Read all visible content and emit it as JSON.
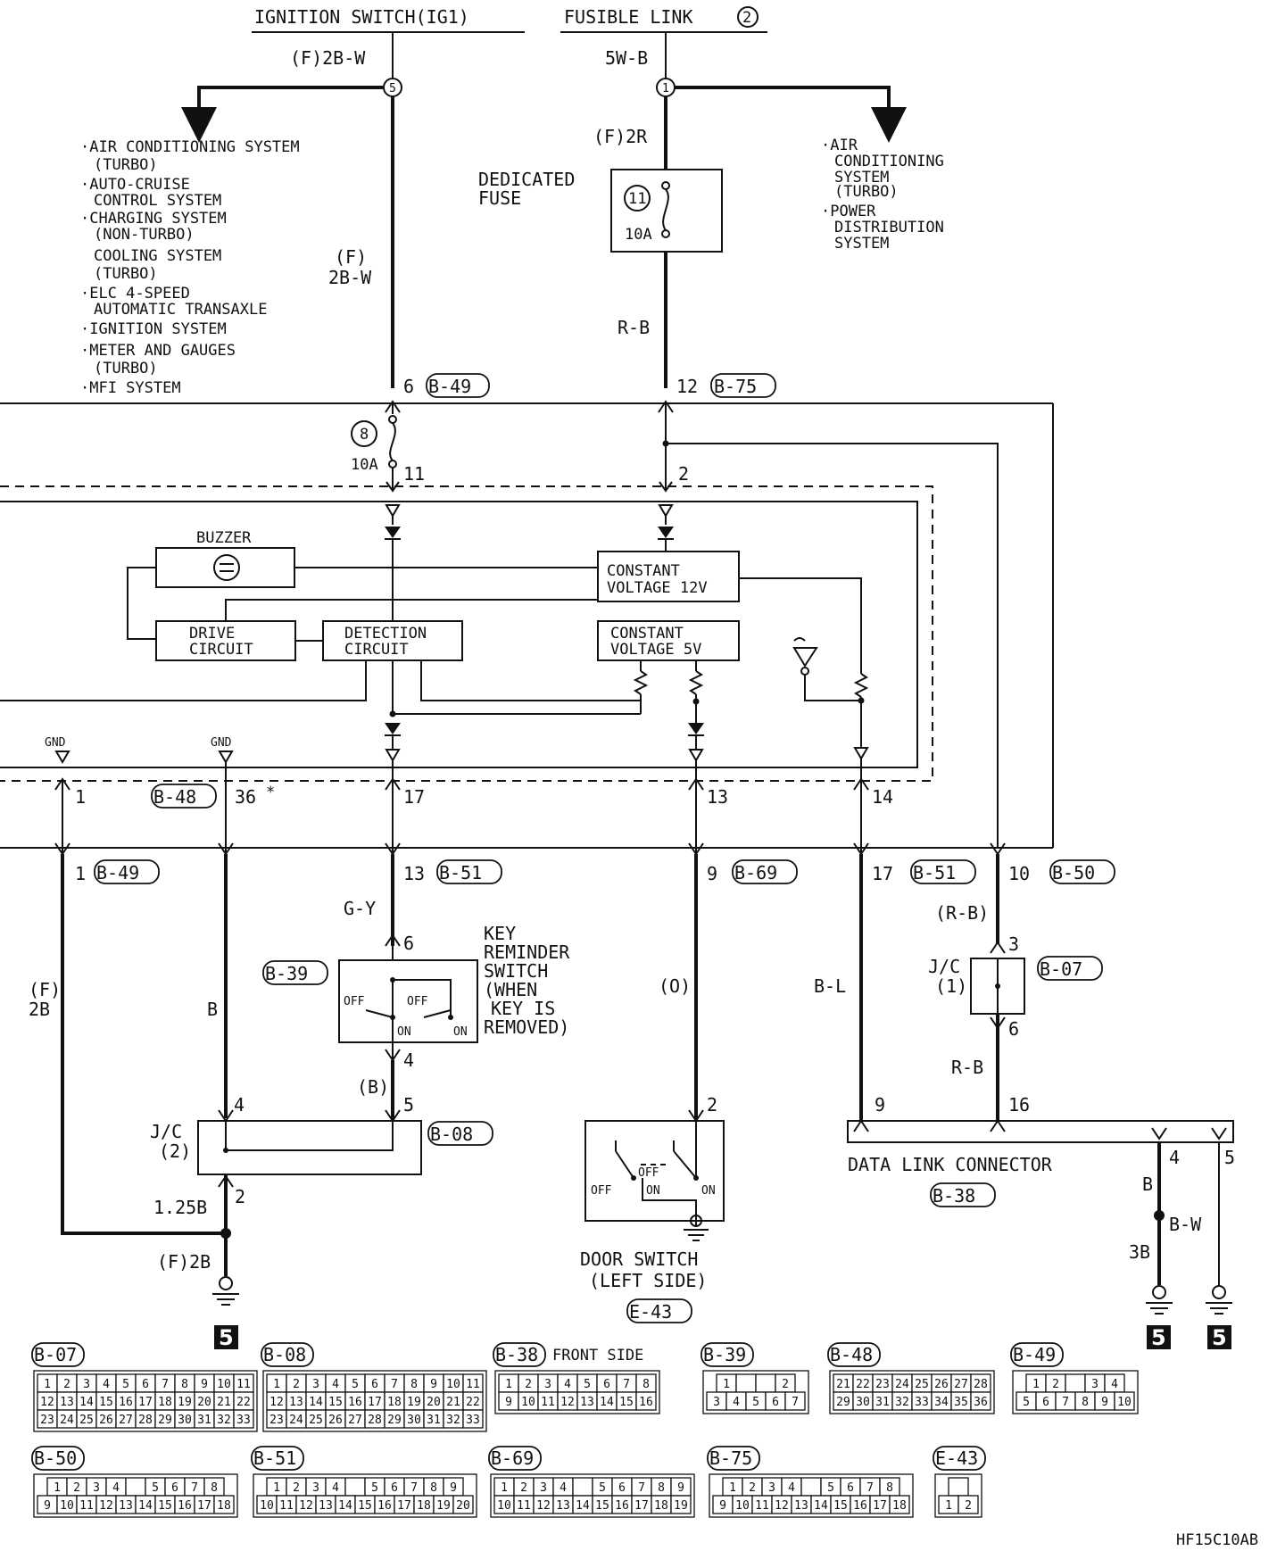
{
  "sources": {
    "ignition": "IGNITION SWITCH(IG1)",
    "fusible": "FUSIBLE LINK",
    "fusible_num": "2"
  },
  "wires": {
    "f2bw": "(F)2B-W",
    "fw_a": "(F)",
    "fw_b": "2B-W",
    "w5wb": "5W-B",
    "f2r": "(F)2R",
    "rb": "R-B",
    "gy": "G-Y",
    "b_paren": "(B)",
    "o_paren": "(O)",
    "b": "B",
    "bl": "B-L",
    "rb_paren": "(R-B)",
    "rb2": "R-B",
    "f2b_a": "(F)",
    "f2b_b": "2B",
    "b125": "1.25B",
    "f2b_gnd": "(F)2B",
    "b_dlc": "B",
    "bw_dlc": "B-W",
    "b3": "3B"
  },
  "left_systems": [
    "·AIR CONDITIONING SYSTEM",
    "(TURBO)",
    "·AUTO-CRUISE",
    "CONTROL SYSTEM",
    "·CHARGING SYSTEM",
    "(NON-TURBO)",
    "COOLING SYSTEM",
    "(TURBO)",
    "·ELC 4-SPEED",
    "AUTOMATIC TRANSAXLE",
    "·IGNITION SYSTEM",
    "·METER AND GAUGES",
    "(TURBO)",
    "·MFI SYSTEM"
  ],
  "right_systems": [
    "·AIR",
    "CONDITIONING",
    "SYSTEM",
    "(TURBO)",
    "·POWER",
    "DISTRIBUTION",
    "SYSTEM"
  ],
  "fuses": {
    "dedicated_line1": "DEDICATED",
    "dedicated_line2": "FUSE",
    "num11": "11",
    "amp11": "10A",
    "num8": "8",
    "amp8": "10A",
    "node5": "5",
    "node1": "1"
  },
  "etacs": {
    "buzzer": "BUZZER",
    "drive1": "DRIVE",
    "drive2": "CIRCUIT",
    "detect1": "DETECTION",
    "detect2": "CIRCUIT",
    "cv12_1": "CONSTANT",
    "cv12_2": "VOLTAGE 12V",
    "cv5_1": "CONSTANT",
    "cv5_2": "VOLTAGE 5V",
    "gnd1": "GND",
    "gnd2": "GND"
  },
  "pins": {
    "p6": "6",
    "p12": "12",
    "p11": "11",
    "p2": "2",
    "p1": "1",
    "p36": "36",
    "star": "*",
    "p17": "17",
    "p13": "13",
    "p14": "14",
    "p1b": "1",
    "p13b": "13",
    "p9": "9",
    "p17b": "17",
    "p10": "10",
    "p6k": "6",
    "p4k": "4",
    "p5j": "5",
    "p4j": "4",
    "p2j": "2",
    "p2d": "2",
    "p3": "3",
    "p6j": "6",
    "p9dlc": "9",
    "p16": "16",
    "p4dlc": "4",
    "p5dlc": "5"
  },
  "connectors": {
    "b49": "B-49",
    "b75": "B-75",
    "b48": "B-48",
    "b49b": "B-49",
    "b51": "B-51",
    "b69": "B-69",
    "b51b": "B-51",
    "b50": "B-50",
    "b39": "B-39",
    "b07": "B-07",
    "b08": "B-08",
    "b38": "B-38",
    "e43": "E-43"
  },
  "components": {
    "key1": "KEY",
    "key2": "REMINDER",
    "key3": "SWITCH",
    "key4": "(WHEN",
    "key5": "KEY IS",
    "key6": "REMOVED)",
    "jc2_a": "J/C",
    "jc2_b": "(2)",
    "jc1_a": "J/C",
    "jc1_b": "(1)",
    "door1": "DOOR SWITCH",
    "door2": "(LEFT SIDE)",
    "dlc": "DATA LINK CONNECTOR",
    "off": "OFF",
    "on": "ON"
  },
  "ground_ref": "5",
  "bottom_connectors": [
    {
      "label": "B-07",
      "extra": "",
      "rows": [
        [
          "1",
          "2",
          "3",
          "4",
          "5",
          "6",
          "7",
          "8",
          "9",
          "10",
          "11"
        ],
        [
          "12",
          "13",
          "14",
          "15",
          "16",
          "17",
          "18",
          "19",
          "20",
          "21",
          "22"
        ],
        [
          "23",
          "24",
          "25",
          "26",
          "27",
          "28",
          "29",
          "30",
          "31",
          "32",
          "33"
        ]
      ]
    },
    {
      "label": "B-08",
      "extra": "",
      "rows": [
        [
          "1",
          "2",
          "3",
          "4",
          "5",
          "6",
          "7",
          "8",
          "9",
          "10",
          "11"
        ],
        [
          "12",
          "13",
          "14",
          "15",
          "16",
          "17",
          "18",
          "19",
          "20",
          "21",
          "22"
        ],
        [
          "23",
          "24",
          "25",
          "26",
          "27",
          "28",
          "29",
          "30",
          "31",
          "32",
          "33"
        ]
      ]
    },
    {
      "label": "B-38",
      "extra": "FRONT SIDE",
      "rows": [
        [
          "1",
          "2",
          "3",
          "4",
          "5",
          "6",
          "7",
          "8"
        ],
        [
          "9",
          "10",
          "11",
          "12",
          "13",
          "14",
          "15",
          "16"
        ]
      ]
    },
    {
      "label": "B-39",
      "extra": "",
      "rows": [
        [
          "1",
          "",
          "",
          "2"
        ],
        [
          "3",
          "4",
          "5",
          "6",
          "7"
        ]
      ]
    },
    {
      "label": "B-48",
      "extra": "",
      "rows": [
        [
          "21",
          "22",
          "23",
          "24",
          "25",
          "26",
          "27",
          "28"
        ],
        [
          "29",
          "30",
          "31",
          "32",
          "33",
          "34",
          "35",
          "36"
        ]
      ]
    },
    {
      "label": "B-49",
      "extra": "",
      "rows": [
        [
          "1",
          "2",
          "",
          "3",
          "4"
        ],
        [
          "5",
          "6",
          "7",
          "8",
          "9",
          "10"
        ]
      ]
    },
    {
      "label": "B-50",
      "extra": "",
      "rows": [
        [
          "1",
          "2",
          "3",
          "4",
          "",
          "5",
          "6",
          "7",
          "8"
        ],
        [
          "9",
          "10",
          "11",
          "12",
          "13",
          "14",
          "15",
          "16",
          "17",
          "18"
        ]
      ]
    },
    {
      "label": "B-51",
      "extra": "",
      "rows": [
        [
          "1",
          "2",
          "3",
          "4",
          "",
          "5",
          "6",
          "7",
          "8",
          "9"
        ],
        [
          "10",
          "11",
          "12",
          "13",
          "14",
          "15",
          "16",
          "17",
          "18",
          "19",
          "20"
        ]
      ]
    },
    {
      "label": "B-69",
      "extra": "",
      "rows": [
        [
          "1",
          "2",
          "3",
          "4",
          "",
          "5",
          "6",
          "7",
          "8",
          "9"
        ],
        [
          "10",
          "11",
          "12",
          "13",
          "14",
          "15",
          "16",
          "17",
          "18",
          "19"
        ]
      ]
    },
    {
      "label": "B-75",
      "extra": "",
      "rows": [
        [
          "1",
          "2",
          "3",
          "4",
          "",
          "5",
          "6",
          "7",
          "8"
        ],
        [
          "9",
          "10",
          "11",
          "12",
          "13",
          "14",
          "15",
          "16",
          "17",
          "18"
        ]
      ]
    },
    {
      "label": "E-43",
      "extra": "",
      "rows": [
        [
          ""
        ],
        [
          "1",
          "2"
        ]
      ]
    }
  ],
  "figure_code": "HF15C10AB"
}
